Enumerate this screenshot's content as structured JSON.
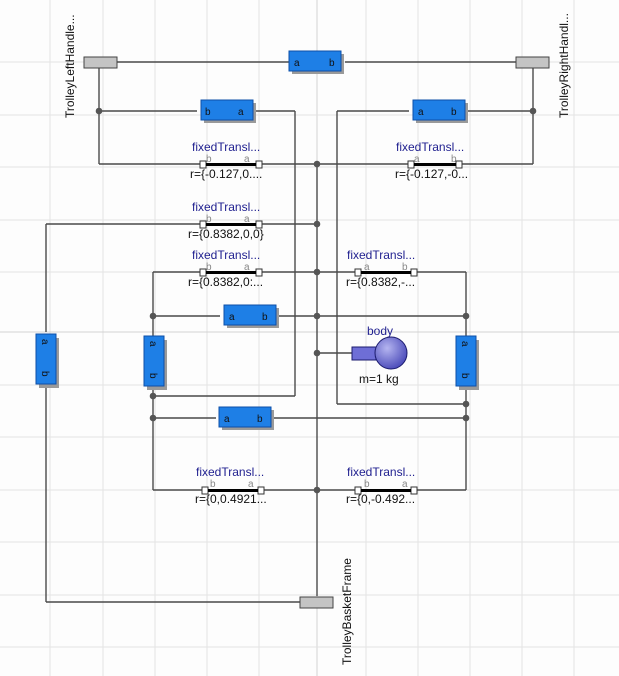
{
  "frames": {
    "left_handle": "TrolleyLeftHandle...",
    "right_handle": "TrolleyRightHandl...",
    "basket": "TrolleyBasketFrame"
  },
  "translations": [
    {
      "name": "fixedTransl...",
      "r": "r={-0.127,0...."
    },
    {
      "name": "fixedTransl...",
      "r": "r={-0.127,-0..."
    },
    {
      "name": "fixedTransl...",
      "r": "r={0.8382,0,0}"
    },
    {
      "name": "fixedTransl...",
      "r": "r={0.8382,0:..."
    },
    {
      "name": "fixedTransl...",
      "r": "r={0.8382,-..."
    },
    {
      "name": "fixedTransl...",
      "r": "r={0,0.4921..."
    },
    {
      "name": "fixedTransl...",
      "r": "r={0,-0.492..."
    }
  ],
  "body": {
    "name": "body",
    "mass": "m=1 kg"
  },
  "ports": {
    "a": "a",
    "b": "b"
  }
}
